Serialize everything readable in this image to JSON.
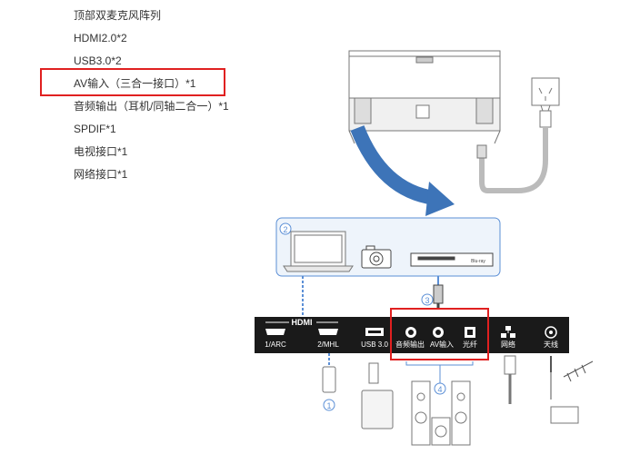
{
  "specs": [
    "顶部双麦克风阵列",
    "HDMI2.0*2",
    "USB3.0*2",
    "AV输入（三合一接口）*1",
    "音频输出（耳机/同轴二合一）*1",
    "SPDIF*1",
    "电视接口*1",
    "网络接口*1"
  ],
  "panel": {
    "hdmi_title": "HDMI",
    "ports": [
      {
        "label": "1/ARC",
        "icon": "hdmi-port-icon"
      },
      {
        "label": "2/MHL",
        "icon": "hdmi-port-icon"
      },
      {
        "label": "USB 3.0",
        "icon": "usb-port-icon"
      },
      {
        "label": "音频输出",
        "icon": "audio-jack-icon"
      },
      {
        "label": "AV输入",
        "icon": "av-jack-icon"
      },
      {
        "label": "光纤",
        "icon": "optical-port-icon"
      },
      {
        "label": "网络",
        "icon": "network-port-icon"
      },
      {
        "label": "天线",
        "icon": "antenna-port-icon"
      }
    ]
  },
  "callouts": [
    "1",
    "2",
    "3",
    "4"
  ],
  "brand_mark": "Blu-ray",
  "colors": {
    "highlight": "#e02020",
    "callout_blue": "#5b8fd6",
    "arrow_blue": "#3d74b8",
    "panel": "#1a1a1a"
  }
}
